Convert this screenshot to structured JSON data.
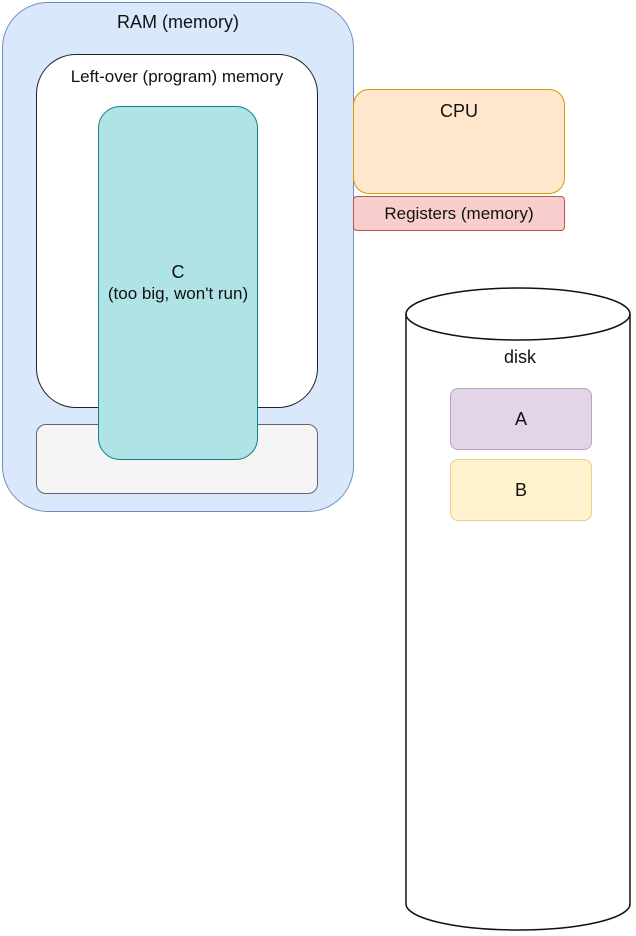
{
  "ram": {
    "label": "RAM (memory)",
    "fill_color": "#dae8fc",
    "stroke_color": "#6c8ebf"
  },
  "leftover_memory": {
    "label": "Left-over (program) memory"
  },
  "program_c": {
    "name": "C",
    "note": "(too big, won't run)",
    "fill_color": "#b0e3e6",
    "stroke_color": "#0e8088"
  },
  "cpu": {
    "label": "CPU",
    "fill_color": "#ffe6cc",
    "stroke_color": "#d79b00"
  },
  "registers": {
    "label": "Registers (memory)",
    "fill_color": "#f8cecc",
    "stroke_color": "#b85450"
  },
  "disk": {
    "label": "disk",
    "items": [
      {
        "label": "A",
        "fill_color": "#e1d5e7"
      },
      {
        "label": "B",
        "fill_color": "#fff2cc"
      }
    ]
  }
}
